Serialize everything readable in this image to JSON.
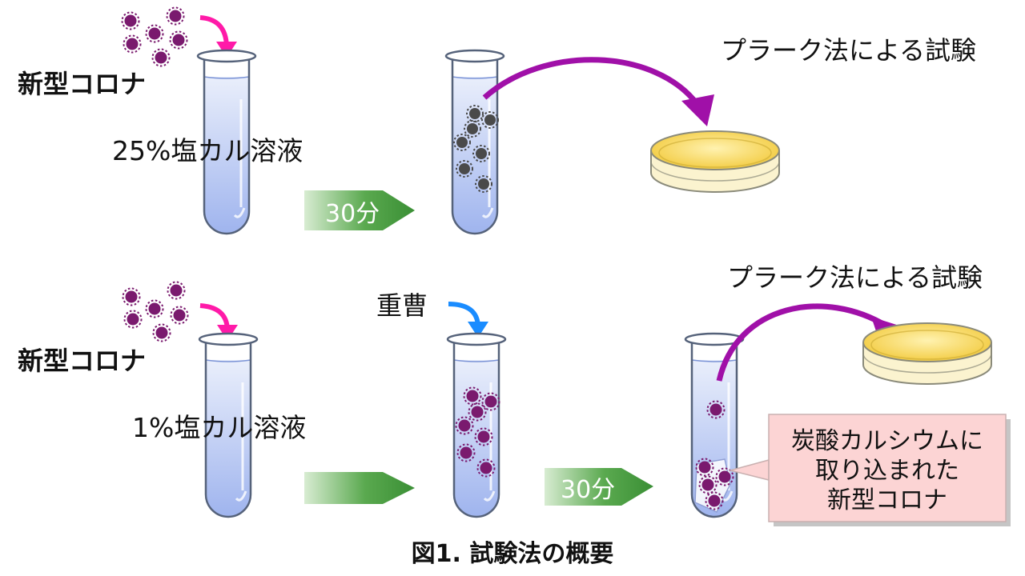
{
  "row1": {
    "virus_label": "新型コロナ",
    "solution_label": "25%塩カル溶液",
    "step_arrow_label": "30分",
    "test_label": "プラーク法による試験"
  },
  "row2": {
    "virus_label": "新型コロナ",
    "solution_label": "1%塩カル溶液",
    "additive_label": "重曹",
    "step_arrow_label": "30分",
    "test_label": "プラーク法による試験",
    "callout_lines": [
      "炭酸カルシウムに",
      "取り込まれた",
      "新型コロナ"
    ]
  },
  "caption": "図1. 試験法の概要",
  "colors": {
    "virus": "#7a1a6e",
    "virus_inactive": "#4a4a4a",
    "drop_arrow_pink": "#ff1aa8",
    "drop_arrow_blue": "#1a8cff",
    "transfer_arrow": "#a010a8",
    "step_arrow_green": "#3f9a3a",
    "tube_liquid": "#b9c8f2",
    "dish_agar": "#f4d35a",
    "callout_fill": "#fcd4d4"
  },
  "icons": [
    "virus-icon",
    "test-tube-icon",
    "petri-dish-icon",
    "curved-arrow-icon",
    "step-arrow-icon"
  ]
}
